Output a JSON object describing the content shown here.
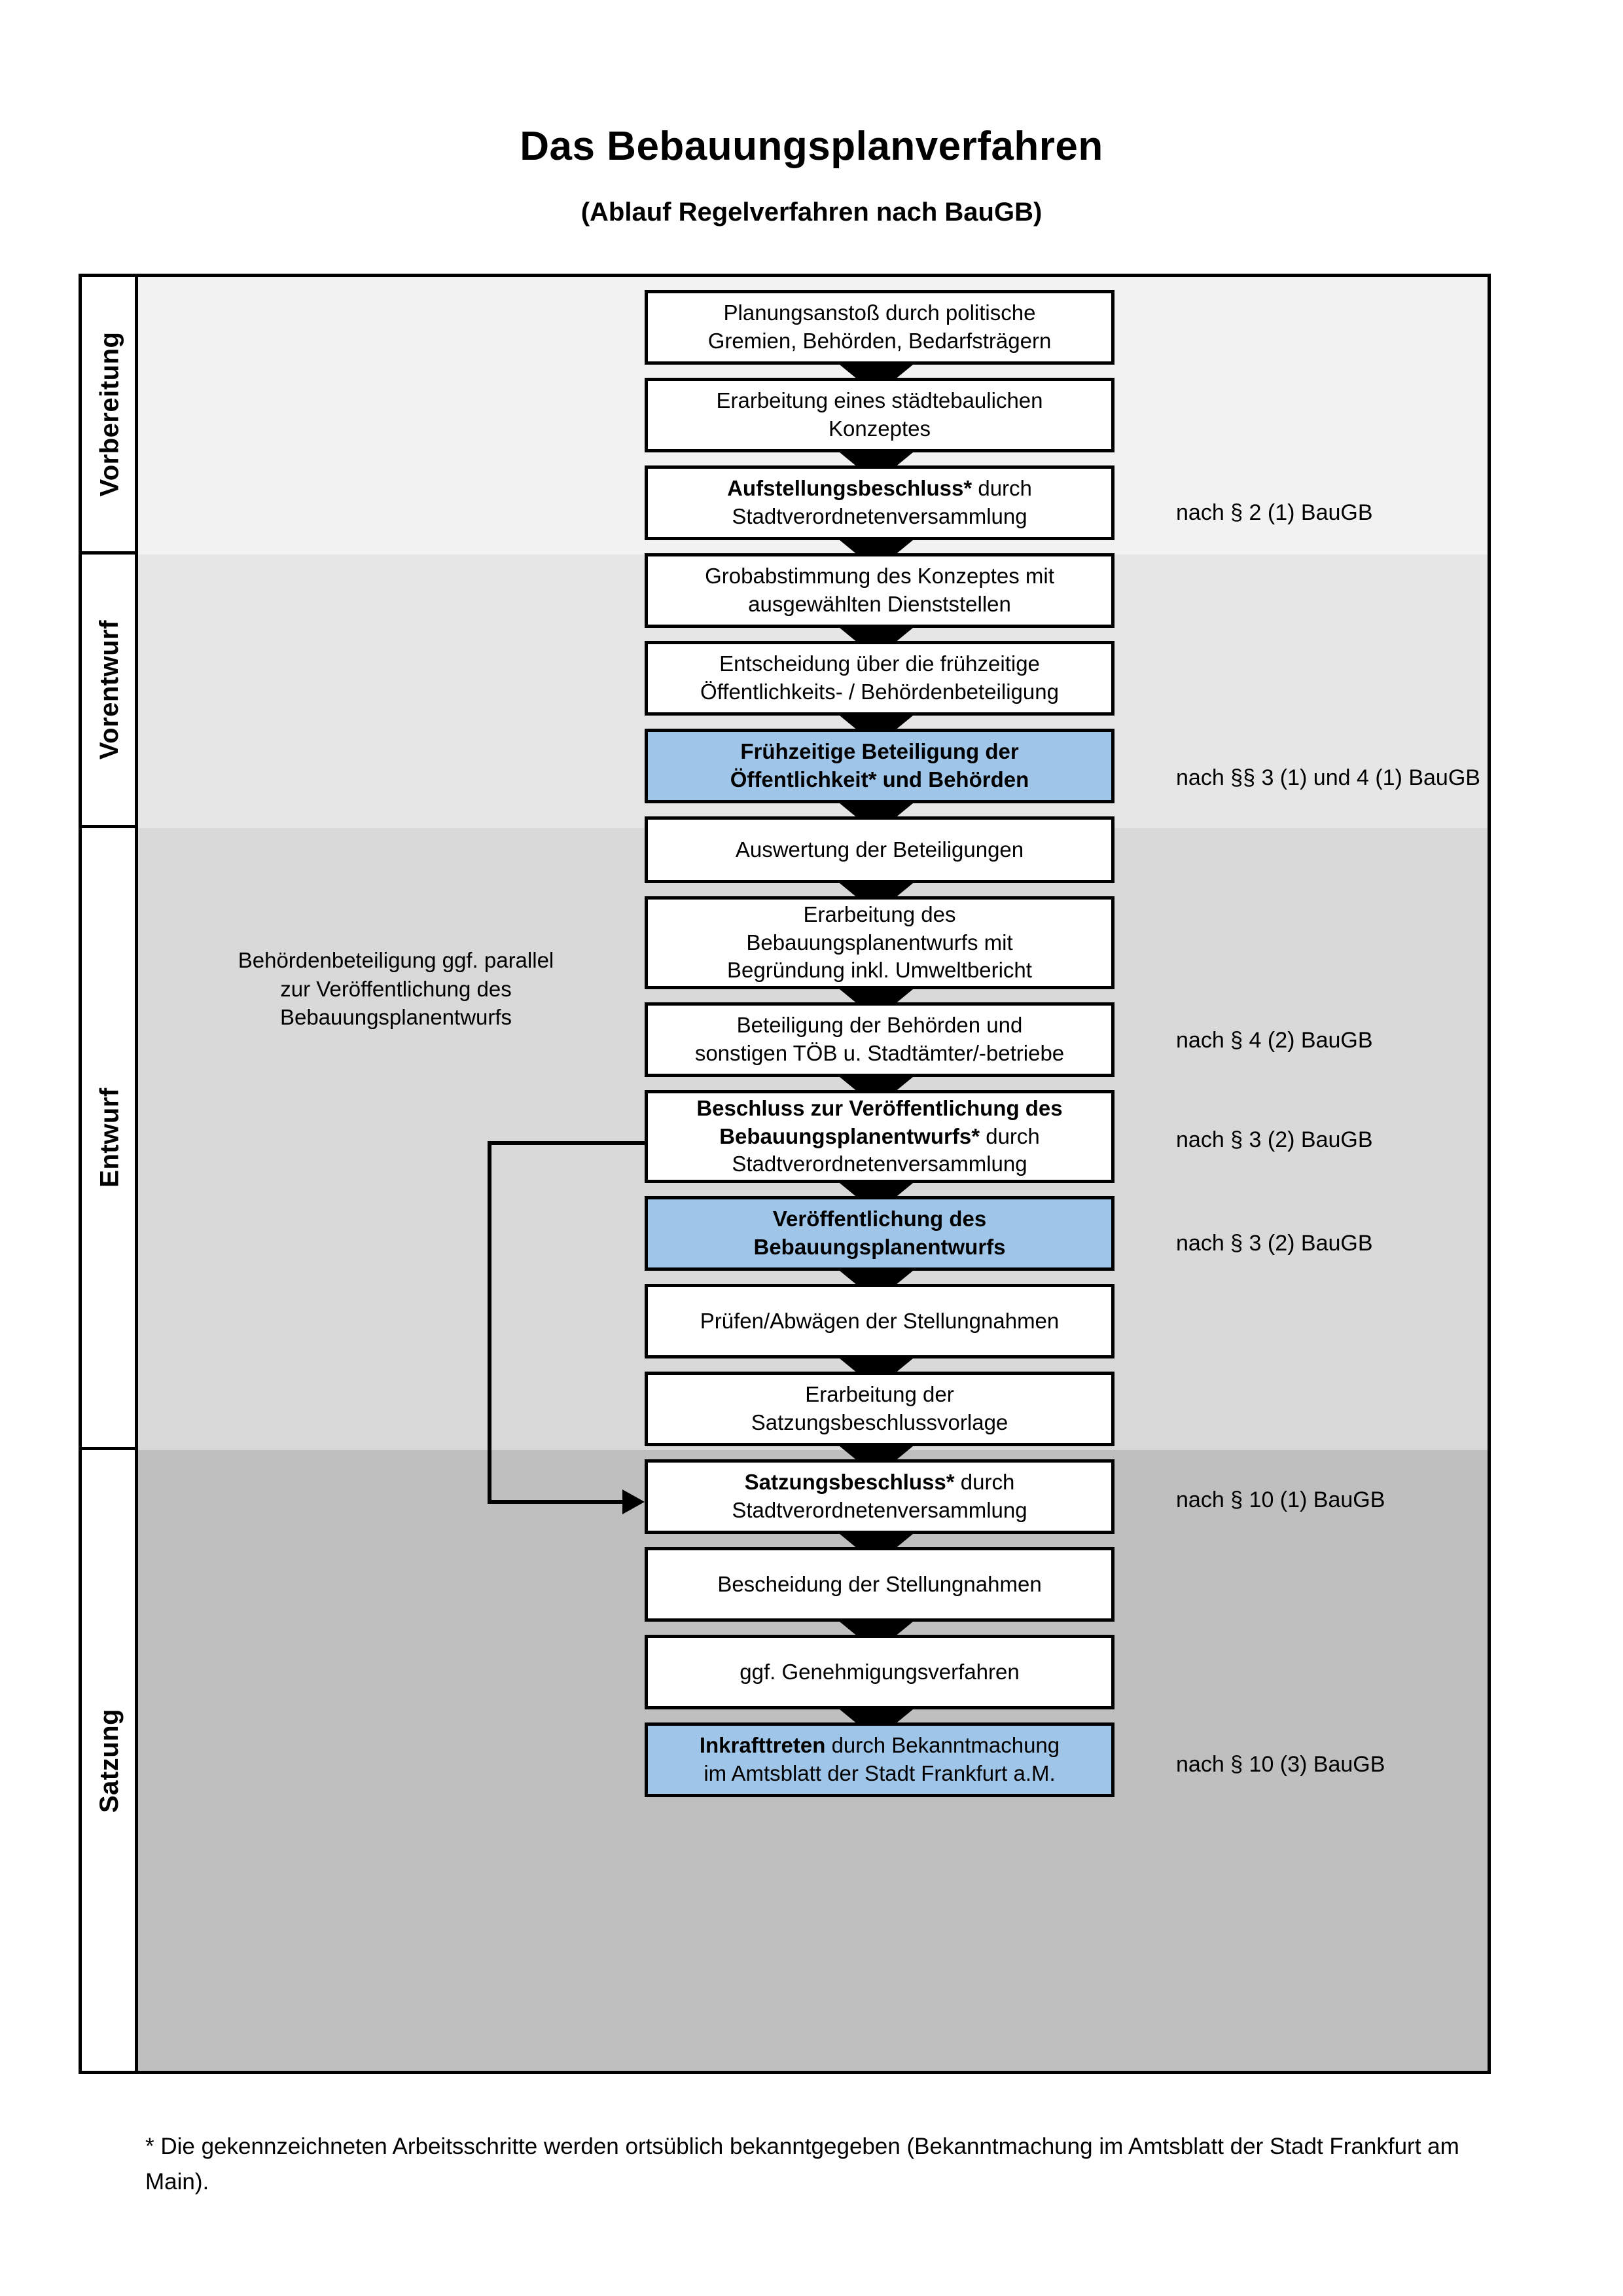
{
  "document": {
    "title": "Das Bebauungsplanverfahren",
    "subtitle": "(Ablauf Regelverfahren nach BauGB)",
    "footnote": "* Die gekennzeichneten Arbeitsschritte werden ortsüblich bekanntgegeben (Bekanntmachung im Amtsblatt  der Stadt Frankfurt am Main)."
  },
  "colors": {
    "highlight_box": "#9fc5e8",
    "band_vorbereitung": "#f2f2f2",
    "band_vorentwurf": "#e6e6e6",
    "band_entwurf": "#d9d9d9",
    "band_satzung": "#bfbfbf",
    "line": "#000000"
  },
  "stages": [
    {
      "label": "Vorbereitung"
    },
    {
      "label": "Vorentwurf"
    },
    {
      "label": "Entwurf"
    },
    {
      "label": "Satzung"
    }
  ],
  "side_note": "Behördenbeteiligung ggf. parallel zur Veröffentlichung des Bebauungsplanentwurfs",
  "steps": [
    {
      "id": "planungsanstoss",
      "stage": "Vorbereitung",
      "lines": [
        {
          "text": "Planungsanstoß durch politische",
          "bold": false
        },
        {
          "text": "Gremien, Behörden, Bedarfsträgern",
          "bold": false
        }
      ],
      "highlight": false
    },
    {
      "id": "staedtebauliches-konzept",
      "stage": "Vorbereitung",
      "lines": [
        {
          "text": "Erarbeitung eines städtebaulichen",
          "bold": false
        },
        {
          "text": "Konzeptes",
          "bold": false
        }
      ],
      "highlight": false
    },
    {
      "id": "aufstellungsbeschluss",
      "stage": "Vorbereitung",
      "lines": [
        {
          "text": "Aufstellungsbeschluss*",
          "bold": true,
          "suffix": " durch"
        },
        {
          "text": "Stadtverordnetenversammlung",
          "bold": false
        }
      ],
      "highlight": false
    },
    {
      "id": "grobabstimmung",
      "stage": "Vorentwurf",
      "lines": [
        {
          "text": "Grobabstimmung des Konzeptes mit",
          "bold": false
        },
        {
          "text": "ausgewählten Dienststellen",
          "bold": false
        }
      ],
      "highlight": false
    },
    {
      "id": "entscheidung-fruehzeitige-beteiligung",
      "stage": "Vorentwurf",
      "lines": [
        {
          "text": "Entscheidung über die frühzeitige",
          "bold": false
        },
        {
          "text": "Öffentlichkeits- / Behördenbeteiligung",
          "bold": false
        }
      ],
      "highlight": false
    },
    {
      "id": "fruehzeitige-beteiligung",
      "stage": "Vorentwurf",
      "lines": [
        {
          "text": "Frühzeitige Beteiligung der",
          "bold": true
        },
        {
          "text": "Öffentlichkeit* und Behörden",
          "bold": true
        }
      ],
      "highlight": true
    },
    {
      "id": "auswertung-beteiligungen",
      "stage": "Entwurf",
      "lines": [
        {
          "text": "Auswertung der Beteiligungen",
          "bold": false
        }
      ],
      "highlight": false
    },
    {
      "id": "erarbeitung-bplanentwurf",
      "stage": "Entwurf",
      "lines": [
        {
          "text": "Erarbeitung des",
          "bold": false
        },
        {
          "text": "Bebauungsplanentwurfs mit",
          "bold": false
        },
        {
          "text": "Begründung inkl. Umweltbericht",
          "bold": false
        }
      ],
      "highlight": false
    },
    {
      "id": "beteiligung-behoerden-toeb",
      "stage": "Entwurf",
      "lines": [
        {
          "text": "Beteiligung der Behörden und",
          "bold": false
        },
        {
          "text": "sonstigen TÖB u. Stadtämter/-betriebe",
          "bold": false
        }
      ],
      "highlight": false
    },
    {
      "id": "beschluss-veroeffentlichung",
      "stage": "Entwurf",
      "lines": [
        {
          "text": "Beschluss zur Veröffentlichung des",
          "bold": true
        },
        {
          "text": "Bebauungsplanentwurfs*",
          "bold": true,
          "suffix": " durch"
        },
        {
          "text": "Stadtverordnetenversammlung",
          "bold": false
        }
      ],
      "highlight": false
    },
    {
      "id": "veroeffentlichung-bplanentwurf",
      "stage": "Entwurf",
      "lines": [
        {
          "text": "Veröffentlichung des",
          "bold": true
        },
        {
          "text": "Bebauungsplanentwurfs",
          "bold": true
        }
      ],
      "highlight": true
    },
    {
      "id": "pruefen-abwaegen",
      "stage": "Satzung",
      "lines": [
        {
          "text": "Prüfen/Abwägen der Stellungnahmen",
          "bold": false
        }
      ],
      "highlight": false
    },
    {
      "id": "erarbeitung-satzungsbeschlussvorlage",
      "stage": "Satzung",
      "lines": [
        {
          "text": "Erarbeitung der",
          "bold": false
        },
        {
          "text": "Satzungsbeschlussvorlage",
          "bold": false
        }
      ],
      "highlight": false
    },
    {
      "id": "satzungsbeschluss",
      "stage": "Satzung",
      "lines": [
        {
          "text": "Satzungsbeschluss*",
          "bold": true,
          "suffix": " durch"
        },
        {
          "text": "Stadtverordnetenversammlung",
          "bold": false
        }
      ],
      "highlight": false
    },
    {
      "id": "bescheidung-stellungnahmen",
      "stage": "Satzung",
      "lines": [
        {
          "text": "Bescheidung der Stellungnahmen",
          "bold": false
        }
      ],
      "highlight": false
    },
    {
      "id": "genehmigungsverfahren",
      "stage": "Satzung",
      "lines": [
        {
          "text": "ggf. Genehmigungsverfahren",
          "bold": false
        }
      ],
      "highlight": false
    },
    {
      "id": "inkrafttreten",
      "stage": "Satzung",
      "lines": [
        {
          "text": "Inkrafttreten",
          "bold": true,
          "suffix": " durch Bekanntmachung"
        },
        {
          "text": "im Amtsblatt der Stadt Frankfurt a.M.",
          "bold": false
        }
      ],
      "highlight": true
    }
  ],
  "legal_refs": [
    {
      "id": "ref-par2-1",
      "text": "nach § 2 (1) BauGB"
    },
    {
      "id": "ref-par3-4-1",
      "text": "nach §§ 3 (1) und 4 (1) BauGB"
    },
    {
      "id": "ref-par4-2",
      "text": "nach § 4 (2) BauGB"
    },
    {
      "id": "ref-par3-2a",
      "text": "nach § 3 (2) BauGB"
    },
    {
      "id": "ref-par3-2b",
      "text": "nach § 3 (2) BauGB"
    },
    {
      "id": "ref-par10-1",
      "text": "nach § 10 (1) BauGB"
    },
    {
      "id": "ref-par10-3",
      "text": "nach § 10 (3) BauGB"
    }
  ]
}
